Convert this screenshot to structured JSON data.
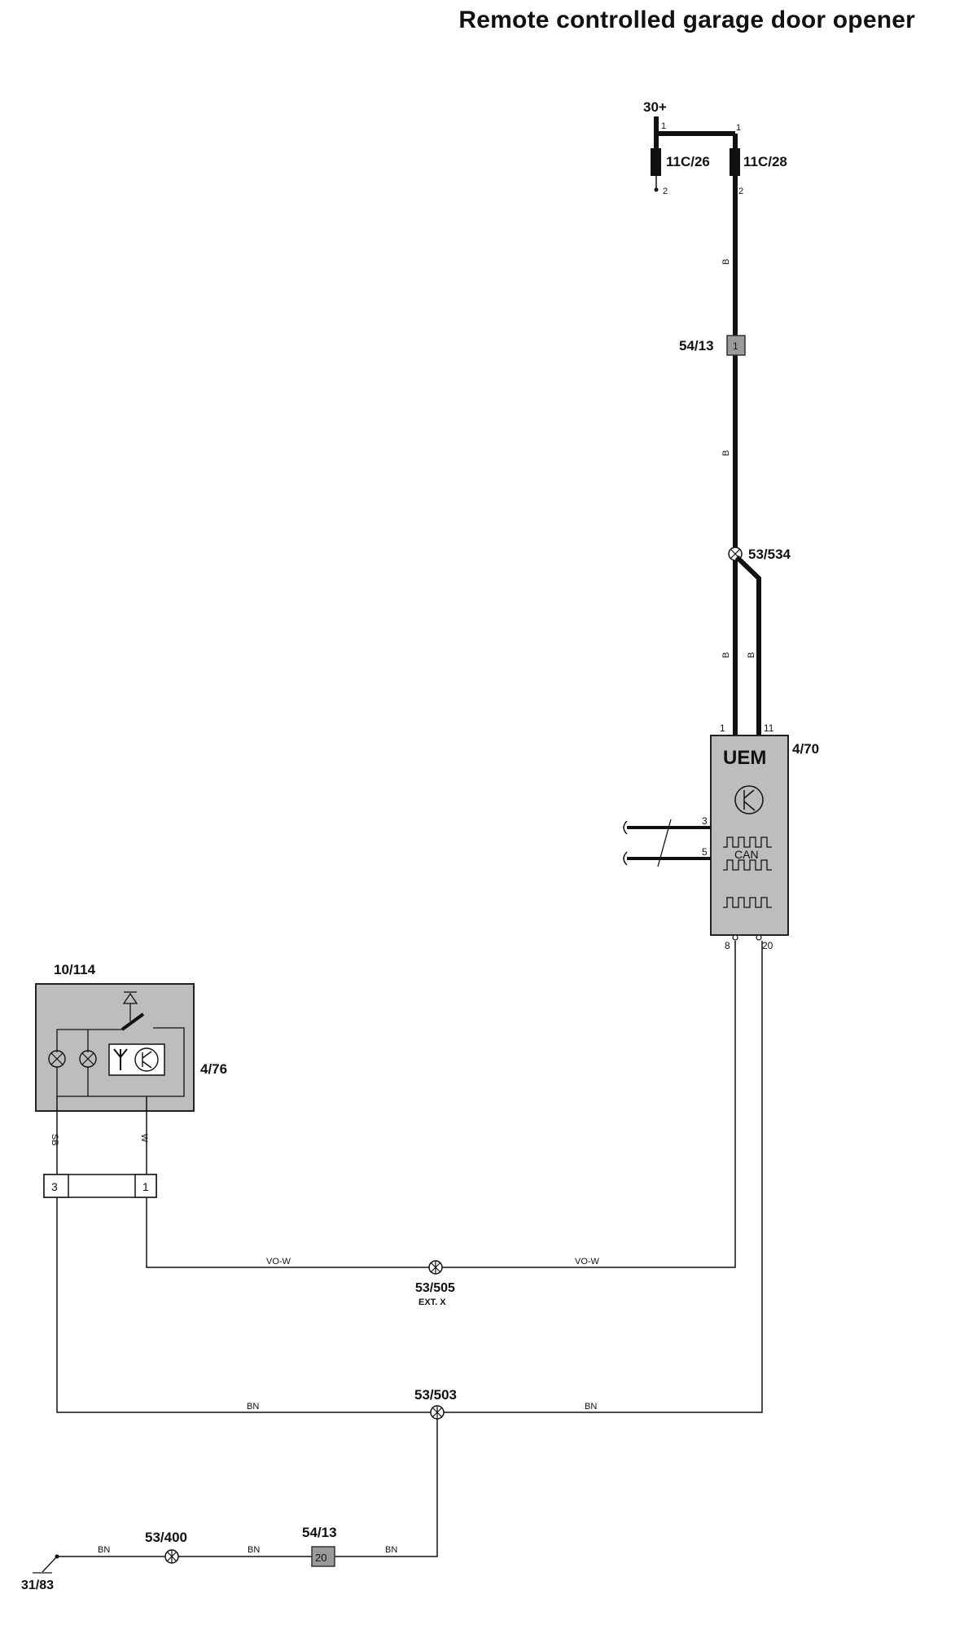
{
  "title": "Remote controlled garage door opener",
  "labels": {
    "power": "30+",
    "fuse_a": "11C/26",
    "fuse_b": "11C/28",
    "connector_top": "54/13",
    "splice_top": "53/534",
    "module": "4/70",
    "module_name": "UEM",
    "can": "CAN",
    "opener": "10/114",
    "opener_sub": "4/76",
    "splice_mid": "53/505",
    "splice_mid_note": "EXT. X",
    "splice_low": "53/503",
    "splice_bot": "53/400",
    "connector_bot": "54/13",
    "ground": "31/83"
  },
  "pins": {
    "fa1": "1",
    "fa2": "2",
    "fb1": "1",
    "fb2": "2",
    "conn_top": "1",
    "m1": "1",
    "m11": "11",
    "m3": "3",
    "m5": "5",
    "m8": "8",
    "m20": "20",
    "c3": "3",
    "c1": "1",
    "conn_bot": "20"
  },
  "wires": {
    "b1": "B",
    "b2": "B",
    "b3": "B",
    "b4": "B",
    "sb": "SB",
    "w": "W",
    "vow1": "VO-W",
    "vow2": "VO-W",
    "bn1": "BN",
    "bn2": "BN",
    "bn3": "BN",
    "bn4": "BN",
    "bn5": "BN"
  }
}
